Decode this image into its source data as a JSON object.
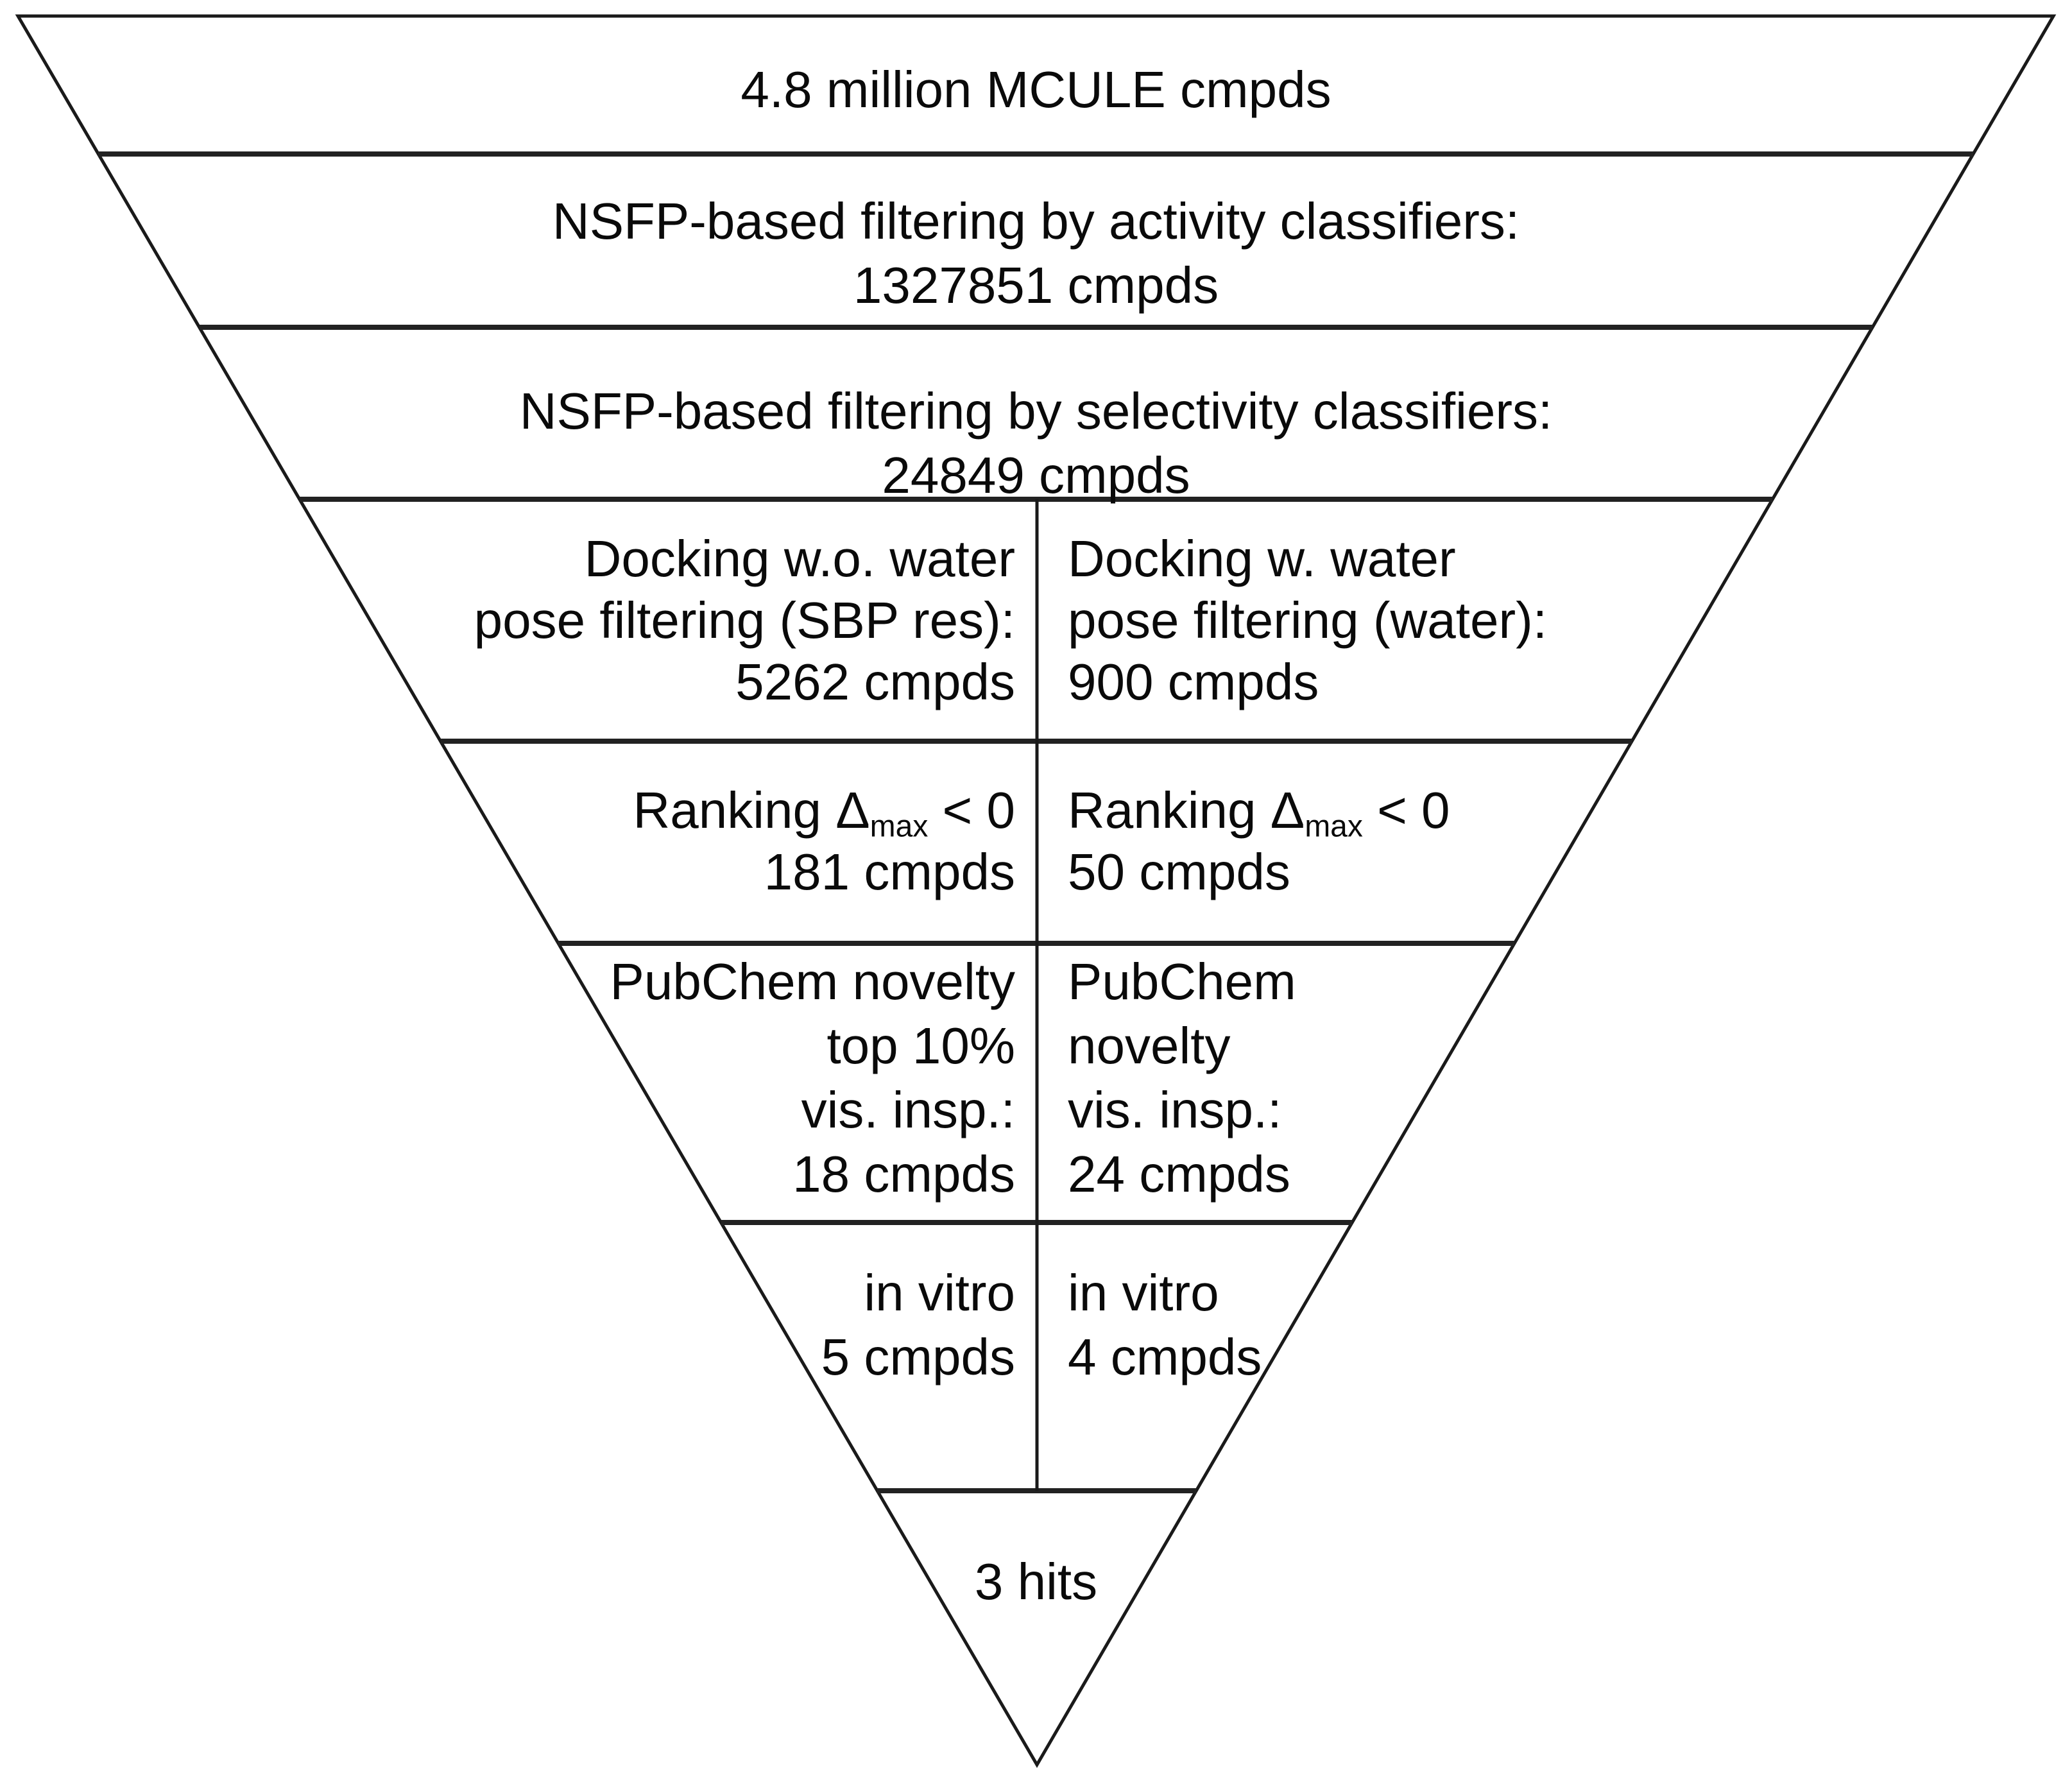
{
  "diagram": {
    "type": "inverted-funnel-screening-cascade",
    "colors": {
      "background": "#ffffff",
      "line": "#1a1a1a",
      "text": "#0a0a0a"
    },
    "levels": [
      {
        "name": "library",
        "lines": [
          "4.8 million MCULE cmpds"
        ]
      },
      {
        "name": "activity-filtering",
        "lines": [
          "NSFP-based filtering by activity classifiers:",
          "1327851 cmpds"
        ]
      },
      {
        "name": "selectivity-filtering",
        "lines": [
          "NSFP-based filtering by selectivity classifiers:",
          "24849 cmpds"
        ]
      },
      {
        "name": "docking",
        "left": {
          "lines": [
            "Docking w.o. water",
            "pose filtering (SBP res):",
            "5262 cmpds"
          ]
        },
        "right": {
          "lines": [
            "Docking w. water",
            "pose filtering (water):",
            "900 cmpds"
          ]
        }
      },
      {
        "name": "ranking",
        "left": {
          "formula": {
            "prefix": "Ranking Δ",
            "sub": "max",
            "suffix": " < 0"
          },
          "lines": [
            "181 cmpds"
          ]
        },
        "right": {
          "formula": {
            "prefix": "Ranking Δ",
            "sub": "max",
            "suffix": " < 0"
          },
          "lines": [
            "50 cmpds"
          ]
        }
      },
      {
        "name": "pubchem-novelty",
        "left": {
          "lines": [
            "PubChem novelty",
            "top 10%",
            "vis. insp.:",
            "18 cmpds"
          ]
        },
        "right": {
          "lines": [
            "PubChem",
            "novelty",
            "vis. insp.:",
            "24 cmpds"
          ]
        }
      },
      {
        "name": "in-vitro",
        "left": {
          "lines": [
            "in vitro",
            "5 cmpds"
          ]
        },
        "right": {
          "lines": [
            "in vitro",
            "4 cmpds"
          ]
        }
      },
      {
        "name": "hits",
        "lines": [
          "3 hits"
        ]
      }
    ]
  }
}
